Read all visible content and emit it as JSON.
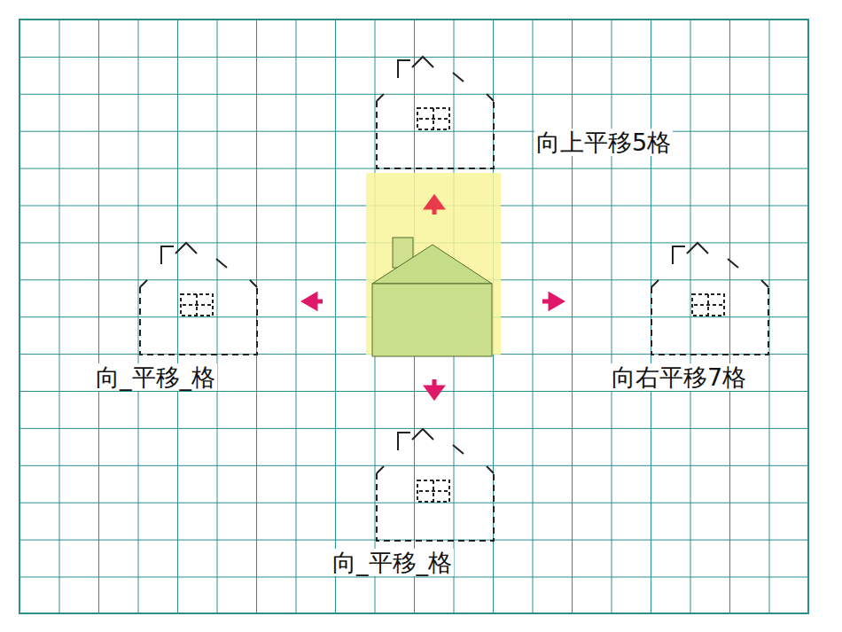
{
  "diagram": {
    "labels": [
      "向上平移5格",
      "向_平移_格",
      "向右平移7格",
      "向_平移_格"
    ]
  }
}
